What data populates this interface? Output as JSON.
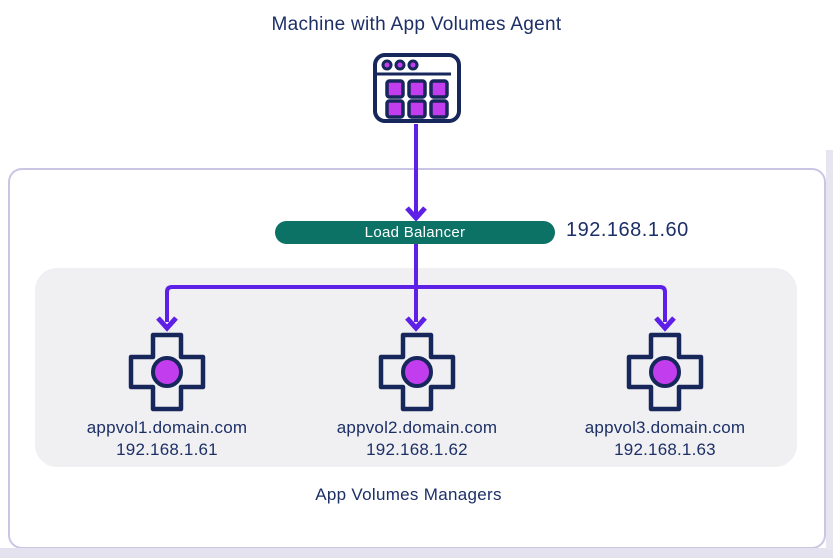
{
  "title": "Machine with App Volumes Agent",
  "load_balancer": {
    "label": "Load Balancer",
    "ip": "192.168.1.60"
  },
  "managers": [
    {
      "hostname": "appvol1.domain.com",
      "ip": "192.168.1.61"
    },
    {
      "hostname": "appvol2.domain.com",
      "ip": "192.168.1.62"
    },
    {
      "hostname": "appvol3.domain.com",
      "ip": "192.168.1.63"
    }
  ],
  "managers_caption": "App Volumes Managers",
  "icons": {
    "machine": "app-window-icon",
    "manager": "app-volumes-manager-icon",
    "arrows": "flow-arrows"
  },
  "colors": {
    "navy_text": "#1c2f66",
    "icon_stroke": "#17275c",
    "magenta": "#c23ded",
    "arrow_purple": "#5e1fe6",
    "teal_pill": "#0c7266",
    "panel_gray": "#f0f0f2",
    "card_border": "#c9c6e4",
    "edge_lavender": "#e3e2ee"
  }
}
